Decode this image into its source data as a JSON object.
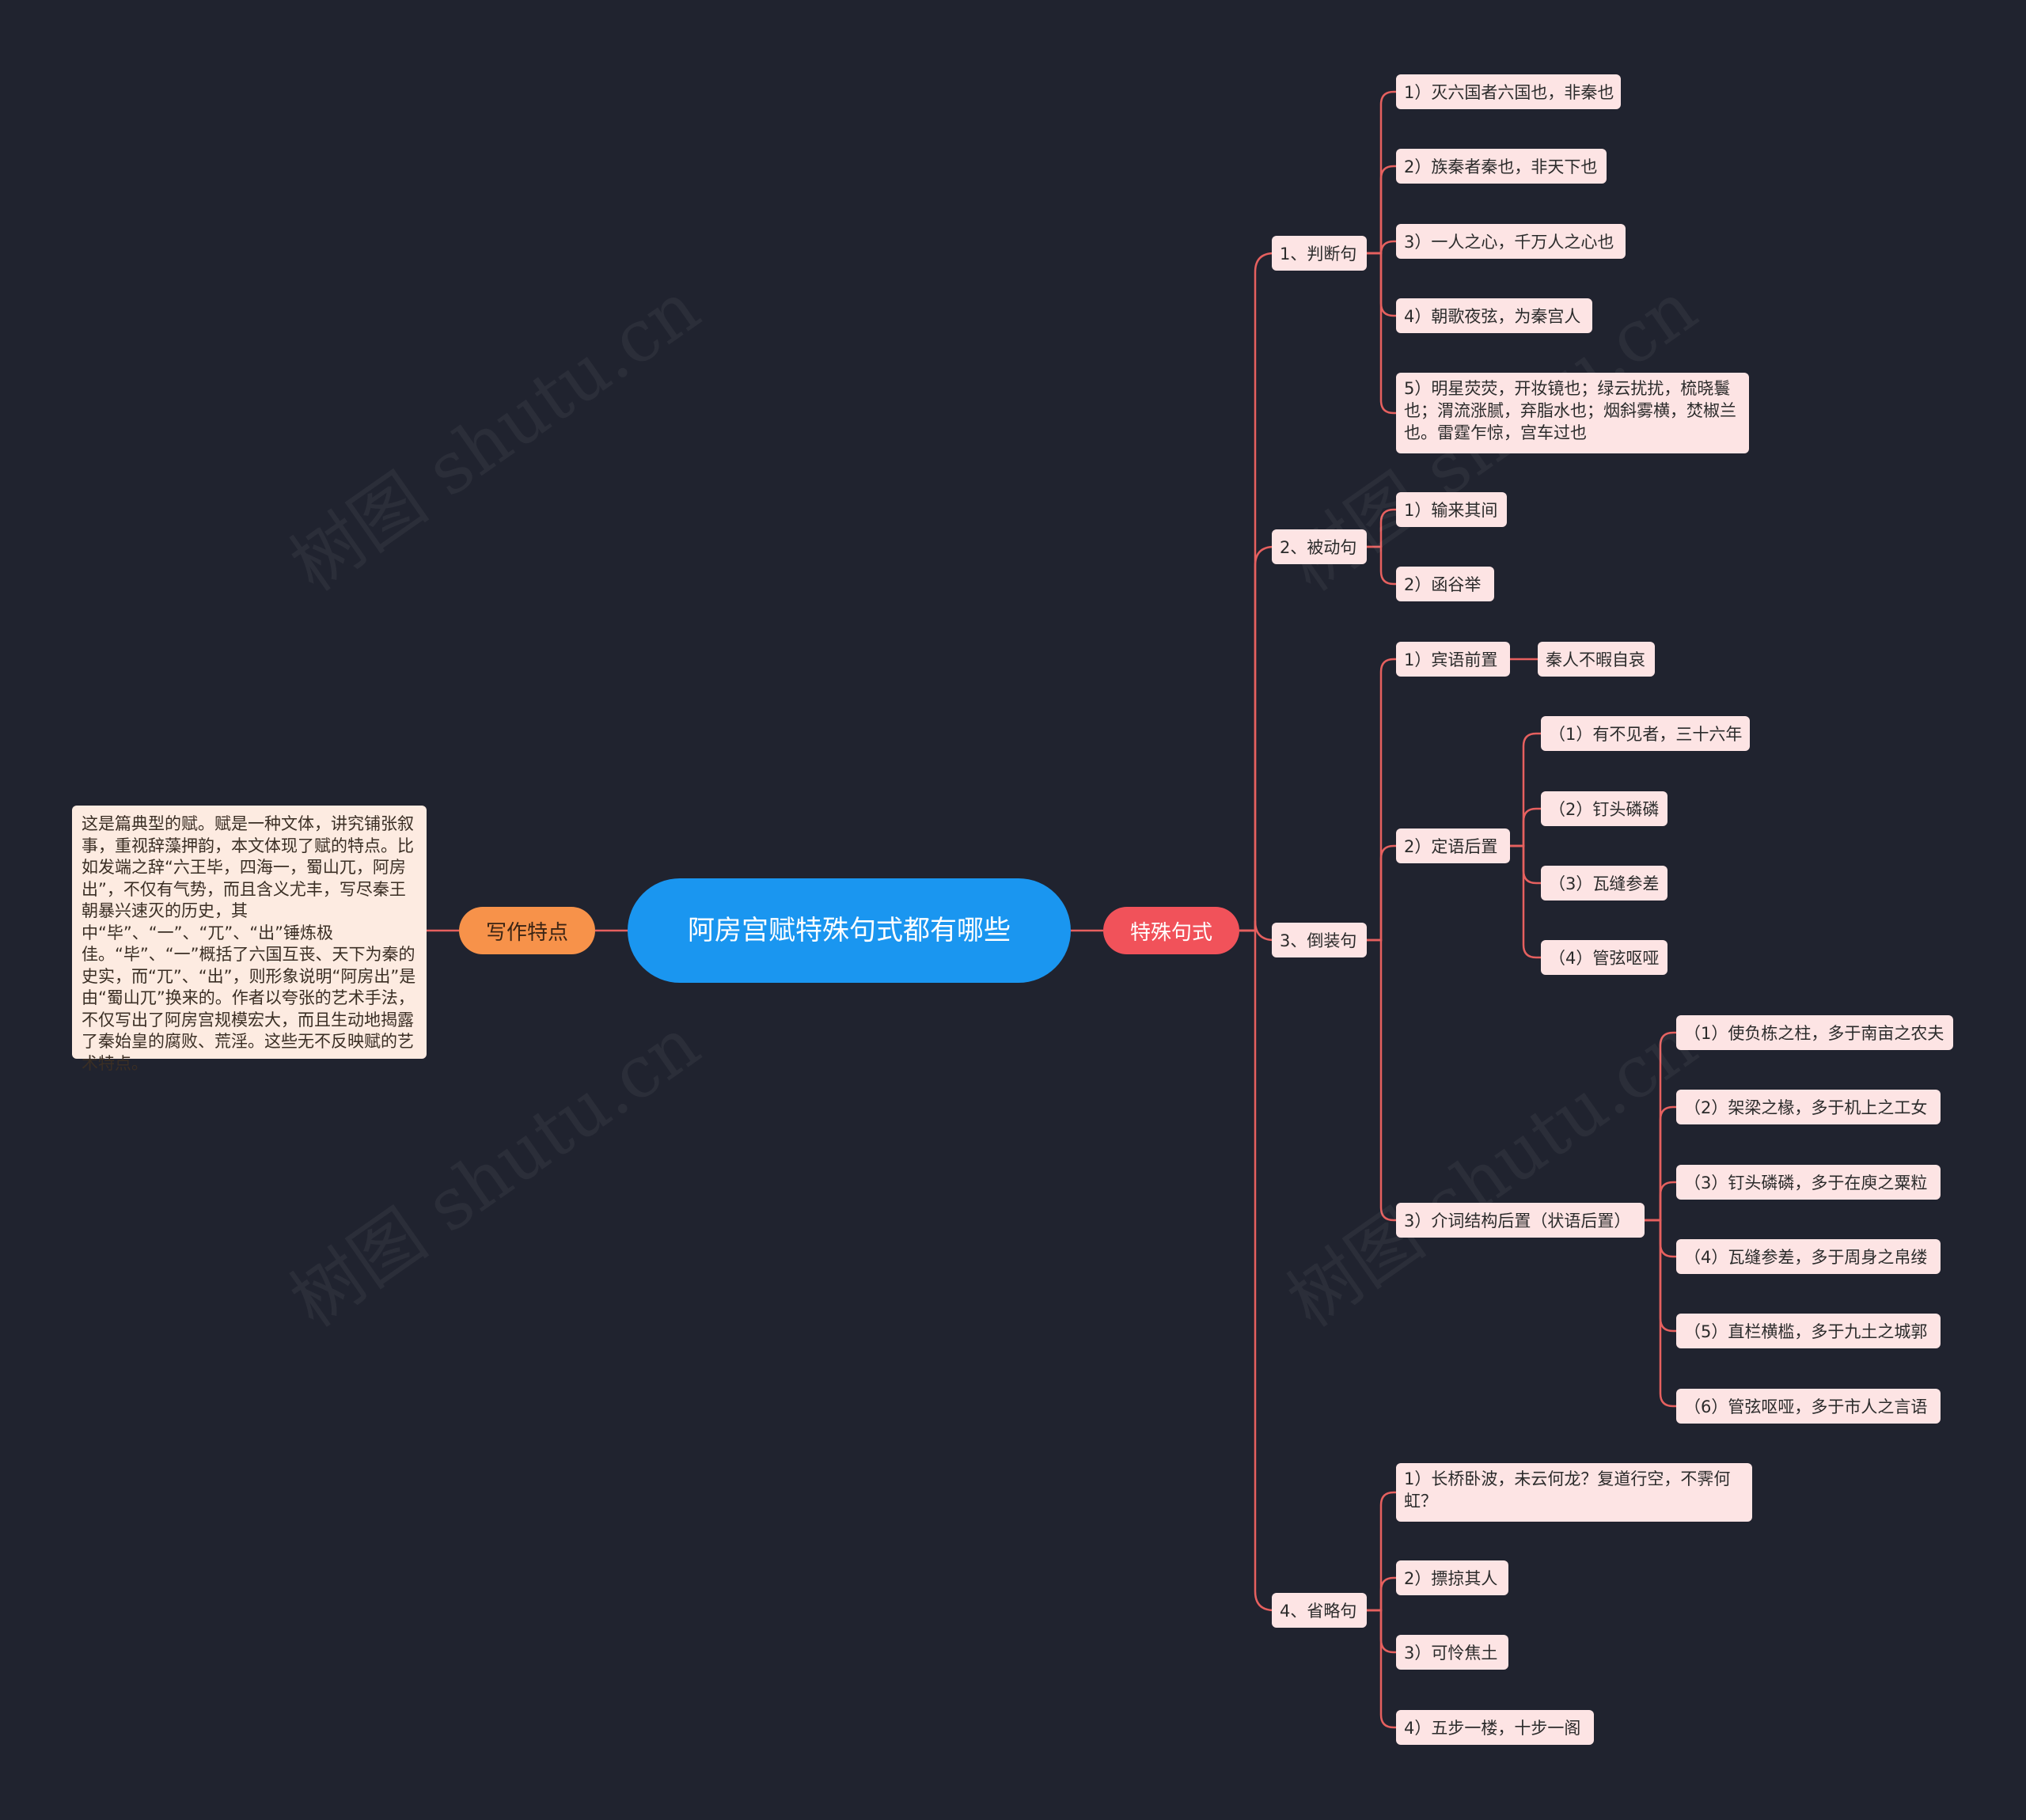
{
  "watermark": "树图 shutu.cn",
  "colors": {
    "background": "#20232f",
    "center": "#1a96f0",
    "branch_red": "#f1525a",
    "branch_orange": "#f7924a",
    "leaf": "#fde4e4",
    "note": "#fdebe1",
    "link": "#e6605f"
  },
  "center": {
    "label": "阿房宫赋特殊句式都有哪些"
  },
  "left": {
    "label": "写作特点",
    "note": "这是篇典型的赋。赋是一种文体，讲究铺张叙事，重视辞藻押韵，本文体现了赋的特点。比如发端之辞“六王毕，四海一，蜀山兀，阿房出”，不仅有气势，而且含义尤丰，写尽秦王朝暴兴速灭的历史，其中“毕”、“一”、“兀”、“出”锤炼极佳。“毕”、“一”概括了六国互丧、天下为秦的史实，而“兀”、“出”，则形象说明“阿房出”是由“蜀山兀”换来的。作者以夸张的艺术手法，不仅写出了阿房宫规模宏大，而且生动地揭露了秦始皇的腐败、荒淫。这些无不反映赋的艺术特点。"
  },
  "right": {
    "label": "特殊句式",
    "groups": [
      {
        "label": "1、判断句",
        "items": [
          "1）灭六国者六国也，非秦也",
          "2）族秦者秦也，非天下也",
          "3）一人之心，千万人之心也",
          "4）朝歌夜弦，为秦宫人",
          "5）明星荧荧，开妆镜也；绿云扰扰，梳晓鬟也；渭流涨腻，弃脂水也；烟斜雾横，焚椒兰也。雷霆乍惊，宫车过也"
        ]
      },
      {
        "label": "2、被动句",
        "items": [
          "1）输来其间",
          "2）函谷举"
        ]
      },
      {
        "label": "3、倒装句",
        "subgroups": [
          {
            "label": "1）宾语前置",
            "items": [
              "秦人不暇自哀"
            ]
          },
          {
            "label": "2）定语后置",
            "items": [
              "（1）有不见者，三十六年",
              "（2）钉头磷磷",
              "（3）瓦缝参差",
              "（4）管弦呕哑"
            ]
          },
          {
            "label": "3）介词结构后置（状语后置）",
            "items": [
              "（1）使负栋之柱，多于南亩之农夫",
              "（2）架梁之椽，多于机上之工女",
              "（3）钉头磷磷，多于在庾之粟粒",
              "（4）瓦缝参差，多于周身之帛缕",
              "（5）直栏横槛，多于九土之城郭",
              "（6）管弦呕哑，多于市人之言语"
            ]
          }
        ]
      },
      {
        "label": "4、省略句",
        "items": [
          "1）长桥卧波，未云何龙？复道行空，不霁何虹？",
          "2）摽掠其人",
          "3）可怜焦土",
          "4）五步一楼，十步一阁"
        ]
      }
    ]
  }
}
